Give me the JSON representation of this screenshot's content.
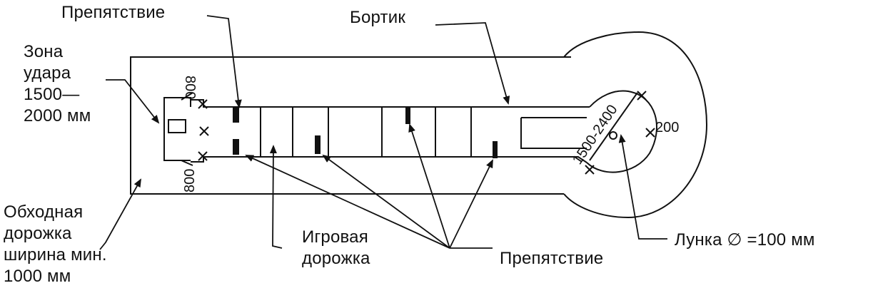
{
  "labels": {
    "obstacle_top": "Препятствие",
    "border": "Бортик",
    "hit_zone": [
      "Зона",
      "удара",
      "1500—",
      "2000 мм"
    ],
    "bypass_path": [
      "Обходная",
      "дорожка",
      "ширина мин.",
      "1000 мм"
    ],
    "play_lane": [
      "Игровая",
      "дорожка"
    ],
    "obstacle_bottom": "Препятствие",
    "hole": "Лунка ∅ =100 мм"
  },
  "dimensions": {
    "top_width": "800",
    "bottom_width": "800",
    "hole_radius_range": "1500-2400",
    "hole_offset": "200"
  },
  "colors": {
    "ink": "#111111",
    "paper": "#ffffff"
  }
}
